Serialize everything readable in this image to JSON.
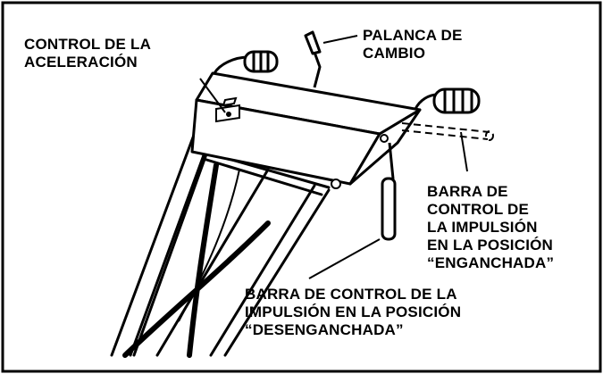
{
  "diagram": {
    "callouts": {
      "throttle": {
        "lines": [
          "CONTROL DE LA",
          "ACELERACIÓN"
        ]
      },
      "shift_lever": {
        "lines": [
          "PALANCA DE",
          "CAMBIO"
        ]
      },
      "drive_engaged": {
        "lines": [
          "BARRA DE",
          "CONTROL DE",
          "LA IMPULSIÓN",
          "EN LA POSICIÓN",
          "“ENGANCHADA”"
        ]
      },
      "drive_disengaged": {
        "lines": [
          "BARRA DE CONTROL DE LA",
          "IMPULSIÓN EN LA POSICIÓN",
          "“DESENGANCHADA”"
        ]
      }
    }
  }
}
